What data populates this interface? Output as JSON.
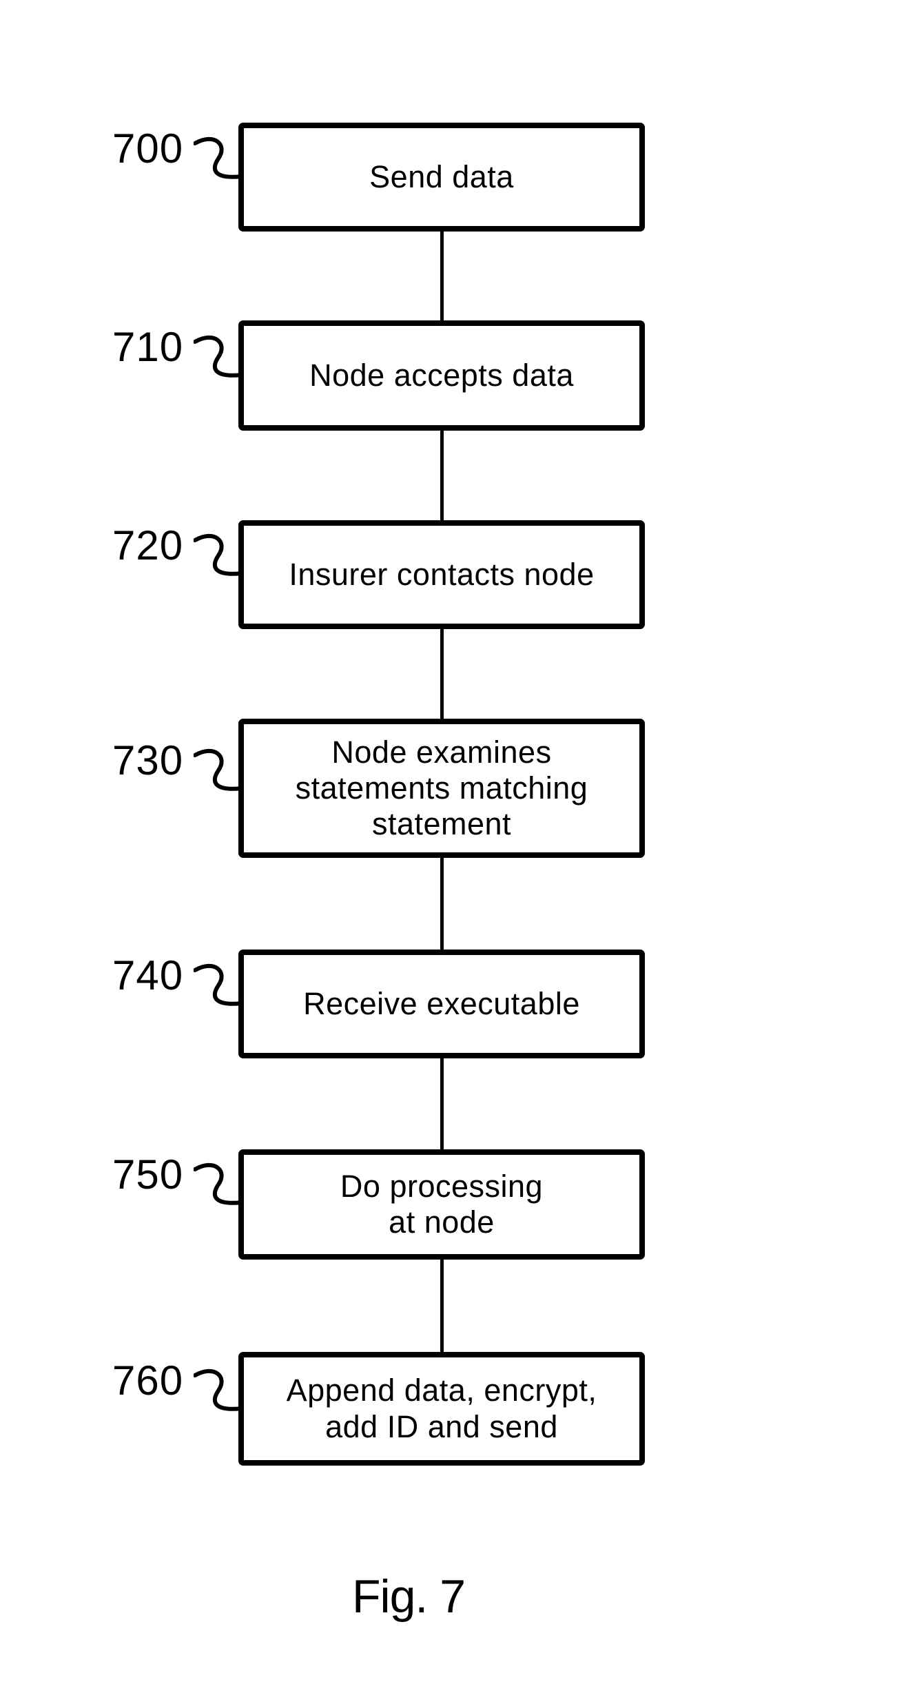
{
  "figure": {
    "caption": "Fig. 7"
  },
  "flowchart": {
    "steps": [
      {
        "ref": "700",
        "text": "Send data"
      },
      {
        "ref": "710",
        "text": "Node accepts data"
      },
      {
        "ref": "720",
        "text": "Insurer contacts node"
      },
      {
        "ref": "730",
        "text": "Node examines\nstatements matching\nstatement"
      },
      {
        "ref": "740",
        "text": "Receive executable"
      },
      {
        "ref": "750",
        "text": "Do processing\nat node"
      },
      {
        "ref": "760",
        "text": "Append data, encrypt,\nadd ID and send"
      }
    ],
    "connections": [
      [
        "700",
        "710"
      ],
      [
        "710",
        "720"
      ],
      [
        "720",
        "730"
      ],
      [
        "730",
        "740"
      ],
      [
        "740",
        "750"
      ],
      [
        "750",
        "760"
      ]
    ]
  },
  "colors": {
    "ink": "#000000",
    "background": "#ffffff"
  }
}
